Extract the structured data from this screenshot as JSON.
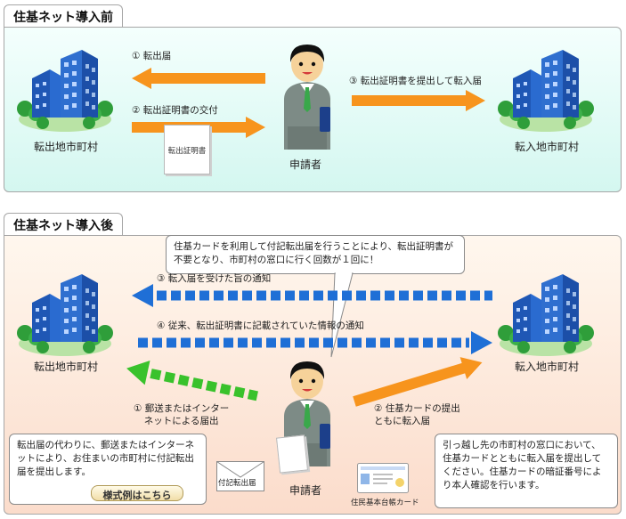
{
  "before": {
    "title": "住基ネット導入前",
    "left_place": "転出地市町村",
    "right_place": "転入地市町村",
    "person": "申請者",
    "arrow1": "① 転出届",
    "arrow2": "② 転出証明書の交付",
    "arrow3": "③ 転出証明書を提出して転入届",
    "document": "転出証明書"
  },
  "after": {
    "title": "住基ネット導入後",
    "left_place": "転出地市町村",
    "right_place": "転入地市町村",
    "person": "申請者",
    "callout_top": "住基カードを利用して付記転出届を行うことにより、転出証明書が不要となり、市町村の窓口に行く回数が１回に！",
    "arrow3": "③ 転入届を受けた旨の通知",
    "arrow4": "④ 従来、転出証明書に記載されていた情報の通知",
    "arrow1_line1": "① 郵送またはインター",
    "arrow1_line2": "ネットによる届出",
    "arrow2_line1": "② 住基カードの提出",
    "arrow2_line2": "ともに転入届",
    "callout_left": "転出届の代わりに、郵送またはインターネットにより、お住まいの市町村に付記転出届を提出します。",
    "sample_button": "様式例はこちら",
    "envelope": "付記転出届",
    "card": "住民基本台帳カード",
    "callout_right": "引っ越し先の市町村の窓口において、住基カードとともに転入届を提出してください。住基カードの暗証番号により本人確認を行います。"
  },
  "colors": {
    "orange": "#f7941d",
    "blue": "#1f6fd6",
    "green": "#39c22c",
    "building_blue": "#2f6fcf",
    "tree_green": "#2f9e3a"
  },
  "icons": [
    "building-icon",
    "person-icon",
    "envelope-icon",
    "card-icon",
    "document-icon"
  ]
}
